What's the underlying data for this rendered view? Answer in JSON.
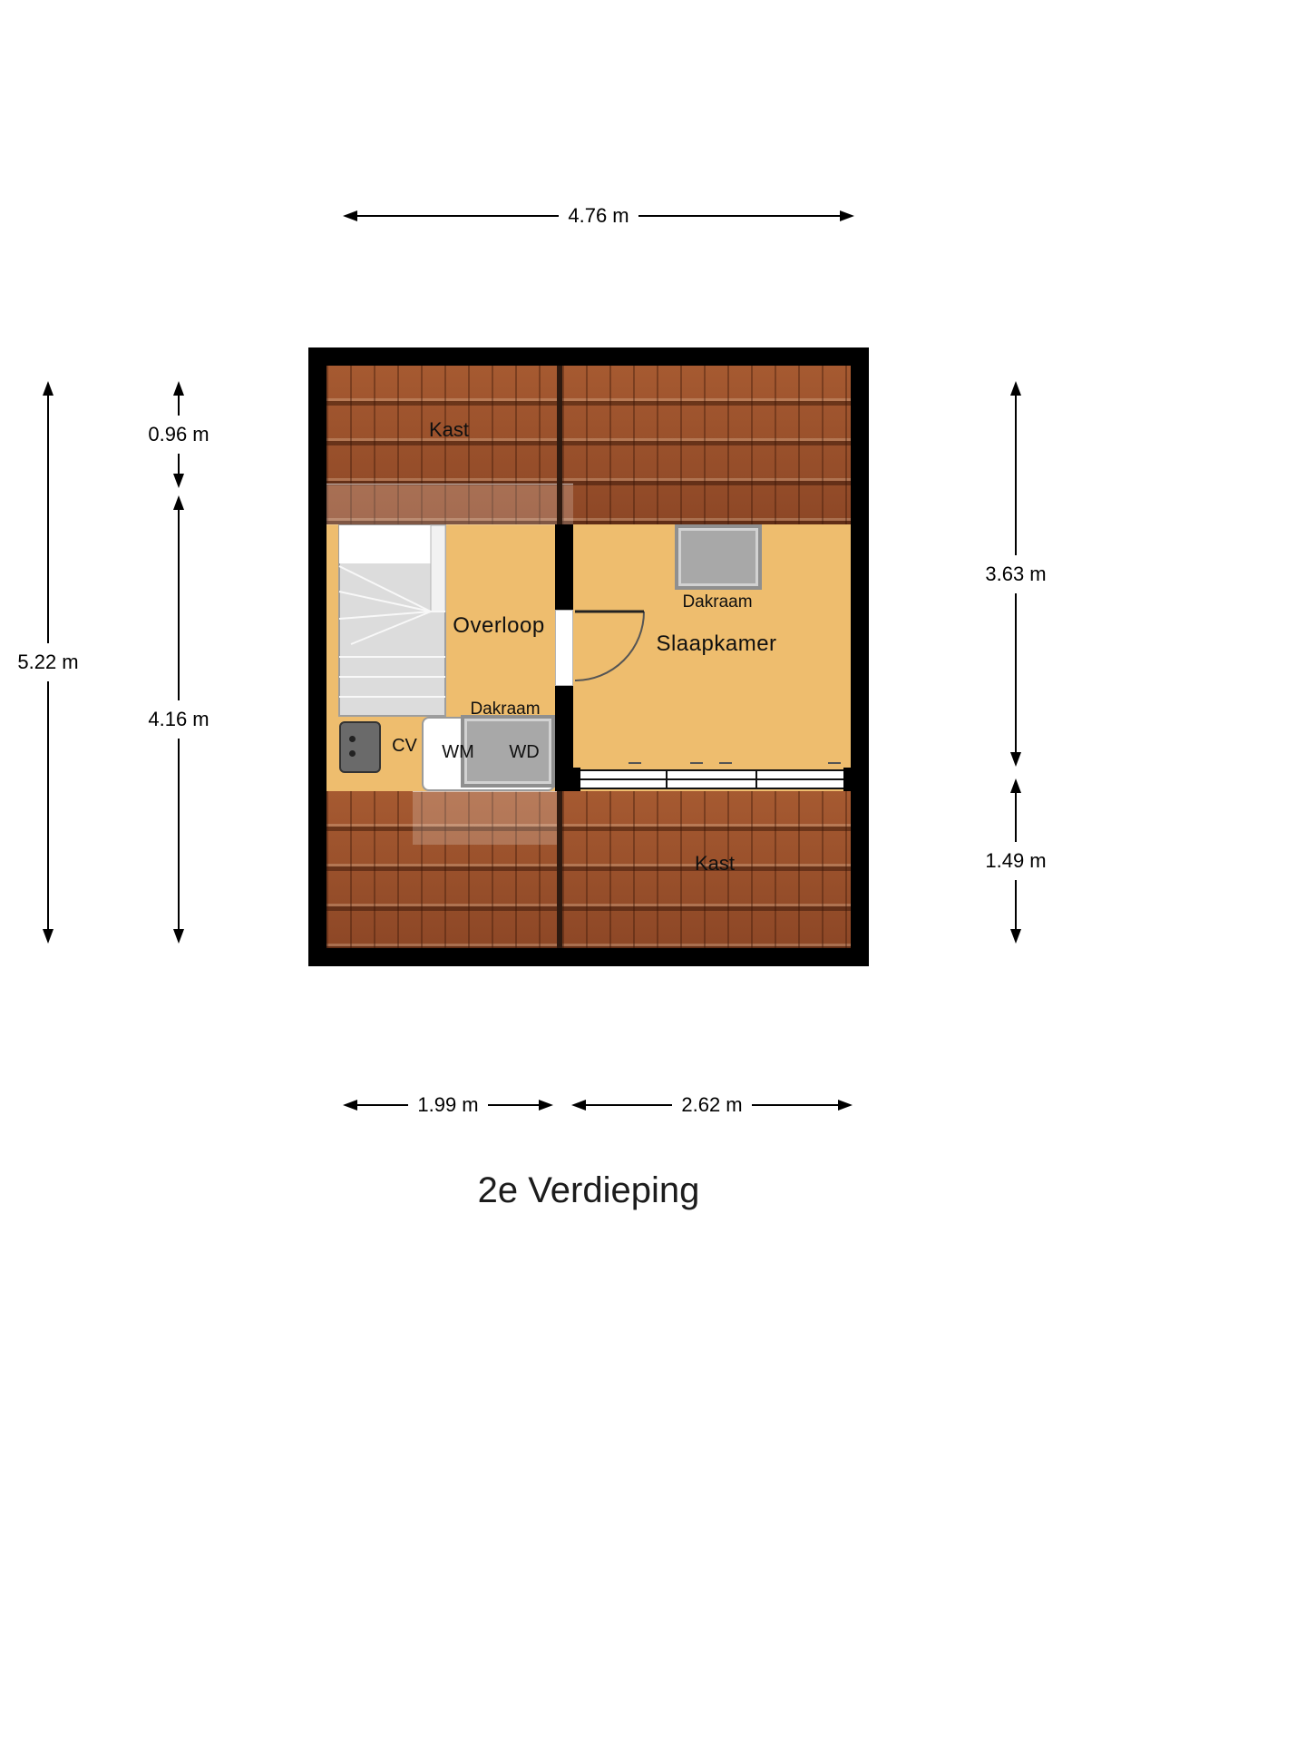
{
  "title": "2e Verdieping",
  "rooms": {
    "kast_top": "Kast",
    "overloop": "Overloop",
    "slaapkamer": "Slaapkamer",
    "kast_bottom": "Kast"
  },
  "features": {
    "dakraam_slaapkamer": "Dakraam",
    "dakraam_overloop": "Dakraam",
    "cv": "CV",
    "wm": "WM",
    "wd": "WD"
  },
  "dimensions": {
    "top": "4.76 m",
    "left_total": "5.22 m",
    "left_upper": "0.96 m",
    "left_lower": "4.16 m",
    "right_upper": "3.63 m",
    "right_lower": "1.49 m",
    "bottom_left": "1.99 m",
    "bottom_right": "2.62 m"
  },
  "colors": {
    "floor": "#eebd6e",
    "roof_tile": "#9b522e",
    "wall": "#000000",
    "skylight": "#a8a8a8"
  }
}
